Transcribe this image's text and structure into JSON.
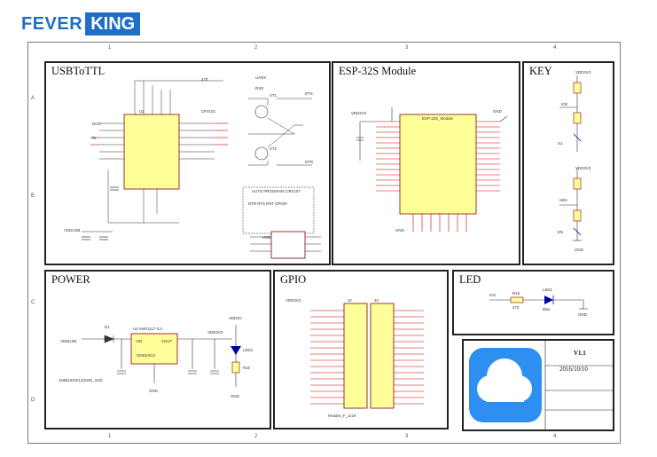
{
  "logo": {
    "part1": "FEVER",
    "part2": "KING"
  },
  "panels": {
    "usb": "USBToTTL",
    "esp": "ESP-32S Module",
    "key": "KEY",
    "power": "POWER",
    "gpio": "GPIO",
    "led": "LED"
  },
  "title_block": {
    "version": "V1.1",
    "date": "2016/10/10"
  },
  "border_cols": [
    "1",
    "2",
    "3",
    "4"
  ],
  "border_rows": [
    "A",
    "B",
    "C",
    "D"
  ],
  "colors": {
    "logo_blue": "#1d6fc7",
    "chip_yellow": "#ffff99",
    "net_red": "#cc0000",
    "cloud_bg": "#2f8ff0"
  }
}
